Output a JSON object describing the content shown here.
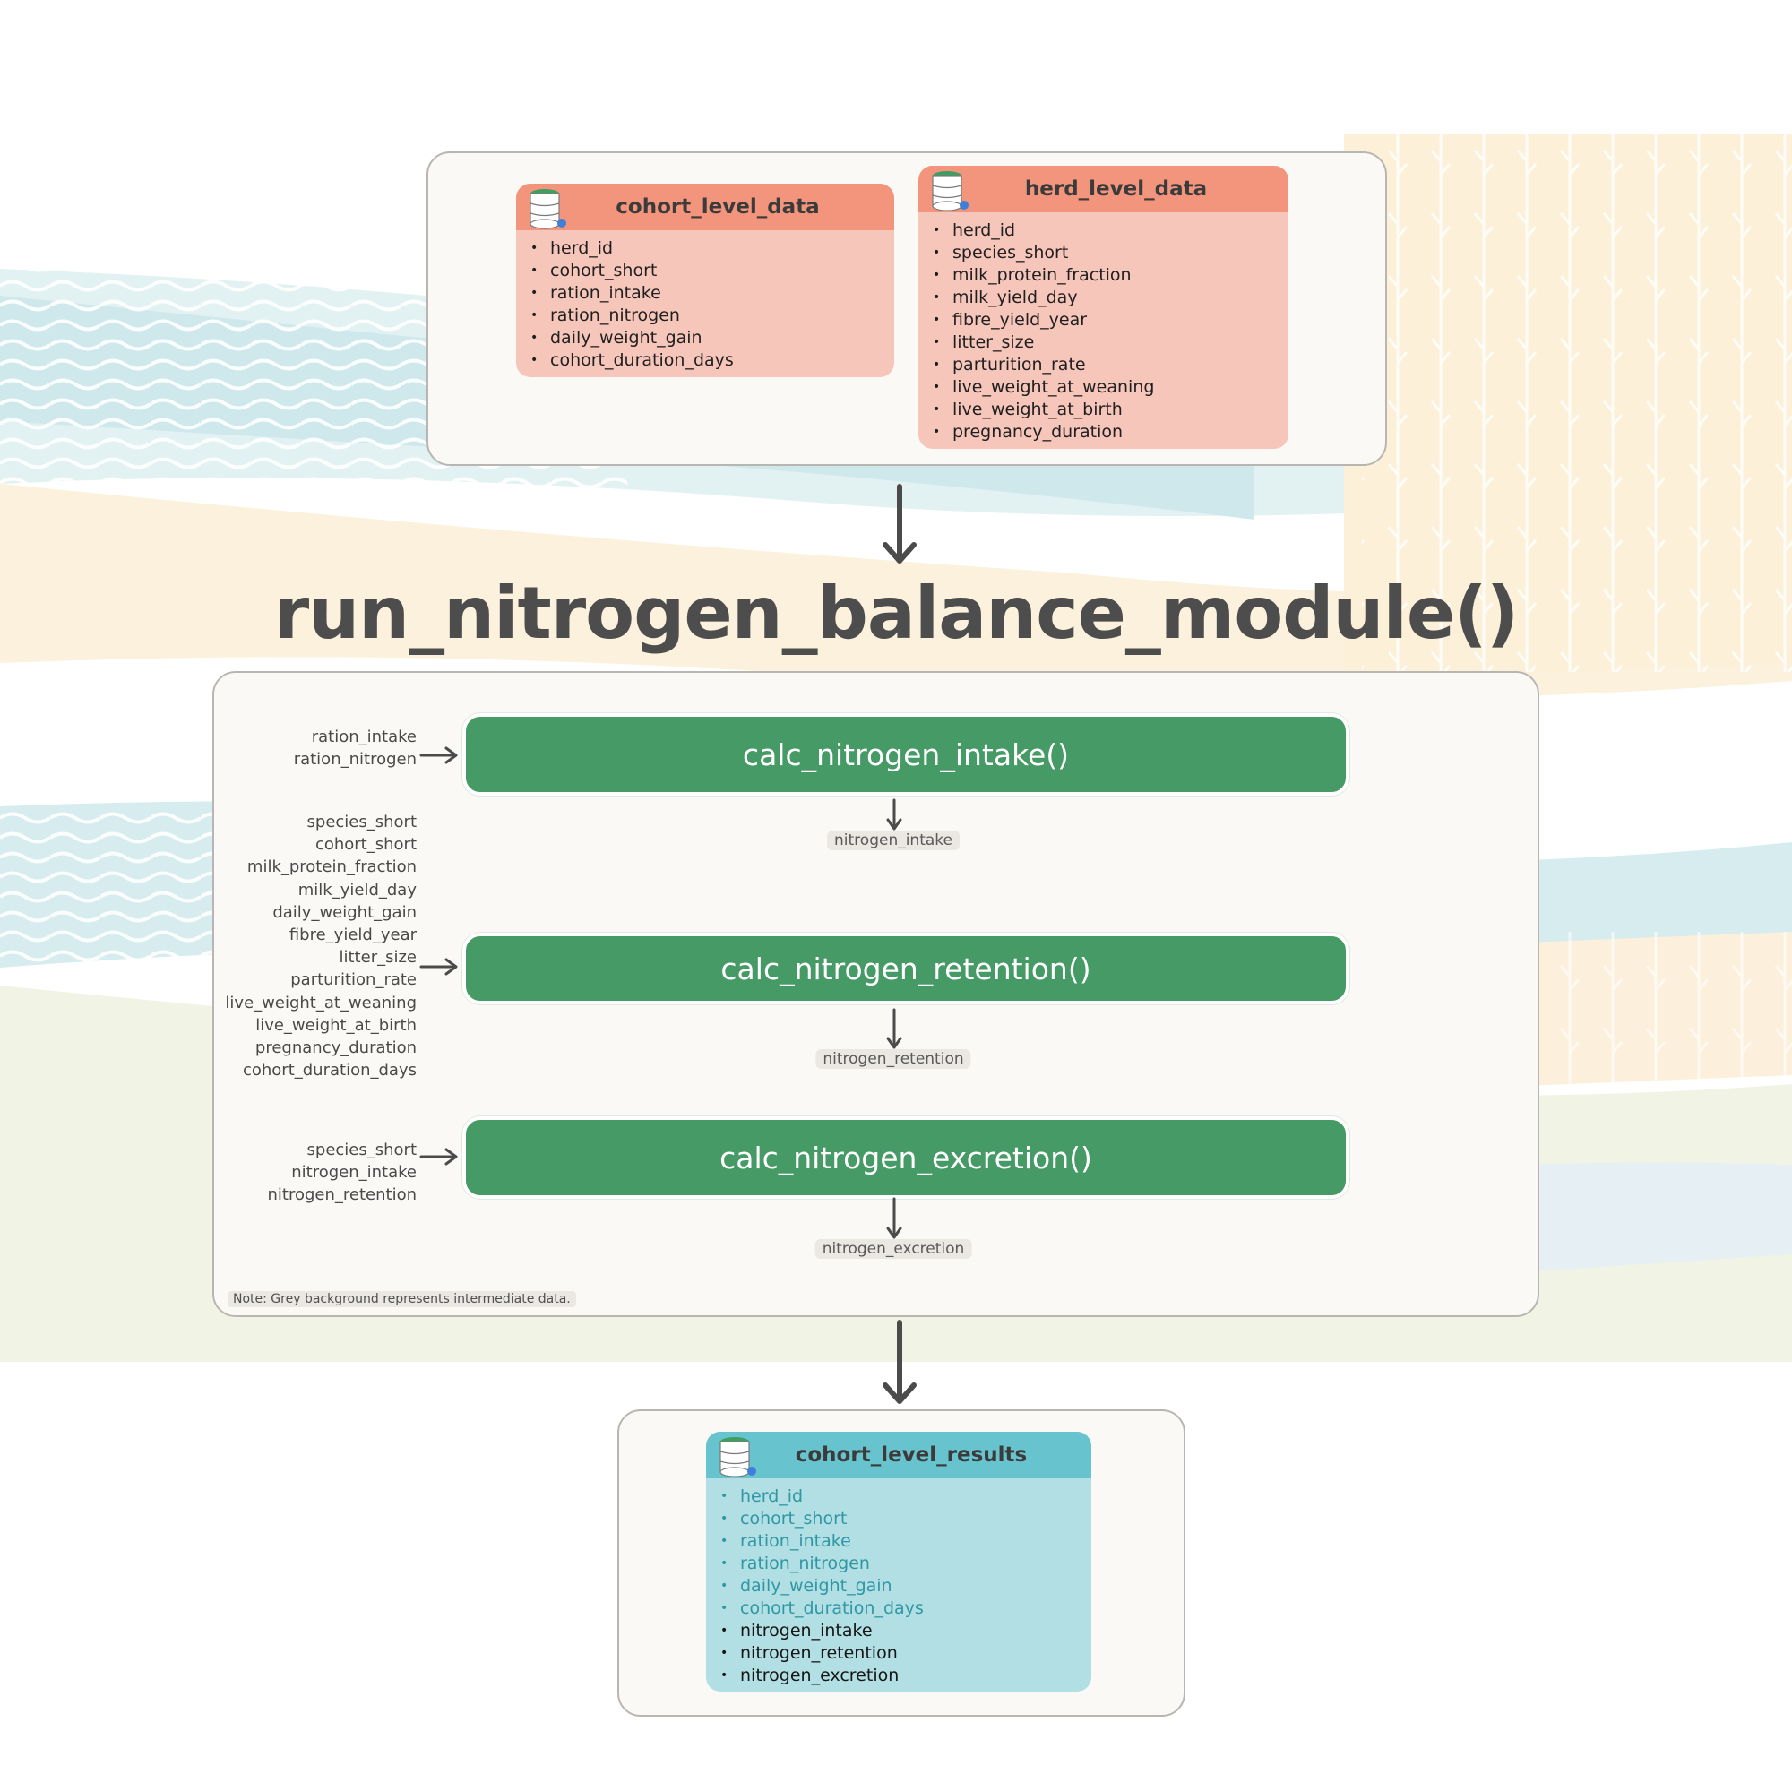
{
  "module_title": "run_nitrogen_balance_module()",
  "inputs_panel": {
    "cohort_table": {
      "title": "cohort_level_data",
      "fields": [
        "herd_id",
        "cohort_short",
        "ration_intake",
        "ration_nitrogen",
        "daily_weight_gain",
        "cohort_duration_days"
      ]
    },
    "herd_table": {
      "title": "herd_level_data",
      "fields": [
        "herd_id",
        "species_short",
        "milk_protein_fraction",
        "milk_yield_day",
        "fibre_yield_year",
        "litter_size",
        "parturition_rate",
        "live_weight_at_weaning",
        "live_weight_at_birth",
        "pregnancy_duration"
      ]
    }
  },
  "functions": [
    {
      "name": "calc_nitrogen_intake()",
      "inputs": [
        "ration_intake",
        "ration_nitrogen"
      ],
      "output": "nitrogen_intake"
    },
    {
      "name": "calc_nitrogen_retention()",
      "inputs": [
        "species_short",
        "cohort_short",
        "milk_protein_fraction",
        "milk_yield_day",
        "daily_weight_gain",
        "fibre_yield_year",
        "litter_size",
        "parturition_rate",
        "live_weight_at_weaning",
        "live_weight_at_birth",
        "pregnancy_duration",
        "cohort_duration_days"
      ],
      "output": "nitrogen_retention"
    },
    {
      "name": "calc_nitrogen_excretion()",
      "inputs": [
        "species_short",
        "nitrogen_intake",
        "nitrogen_retention"
      ],
      "output": "nitrogen_excretion"
    }
  ],
  "note": "Note: Grey background represents intermediate data.",
  "results_table": {
    "title": "cohort_level_results",
    "inherited_fields": [
      "herd_id",
      "cohort_short",
      "ration_intake",
      "ration_nitrogen",
      "daily_weight_gain",
      "cohort_duration_days"
    ],
    "new_fields": [
      "nitrogen_intake",
      "nitrogen_retention",
      "nitrogen_excretion"
    ]
  },
  "colors": {
    "input_table_header": "#f3957c",
    "input_table_body": "#f7c6bb",
    "function_box": "#459a65",
    "results_table_header": "#67c3cd",
    "results_table_body": "#b2dfe3",
    "inherited_field_text": "#2f97a4",
    "arrow": "#4b4b4b"
  },
  "icons": {
    "table_icon": "database-icon"
  }
}
